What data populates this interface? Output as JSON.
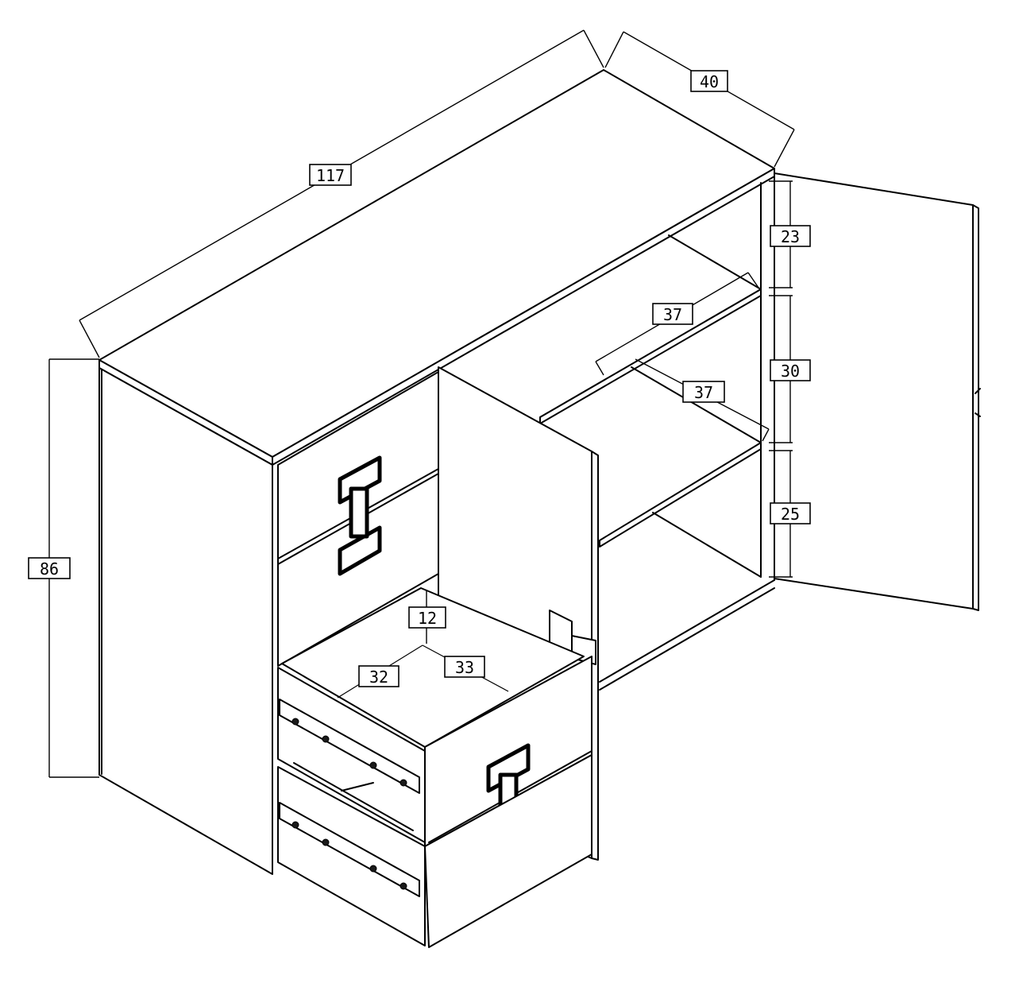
{
  "dimensions": {
    "total_width": "117",
    "depth": "40",
    "height": "86",
    "shelf_gap_top": "23",
    "shelf_gap_middle": "30",
    "shelf_gap_bottom": "25",
    "shelf_width": "37",
    "shelf_depth": "37",
    "drawer_height": "12",
    "drawer_width": "32",
    "drawer_depth": "33"
  }
}
